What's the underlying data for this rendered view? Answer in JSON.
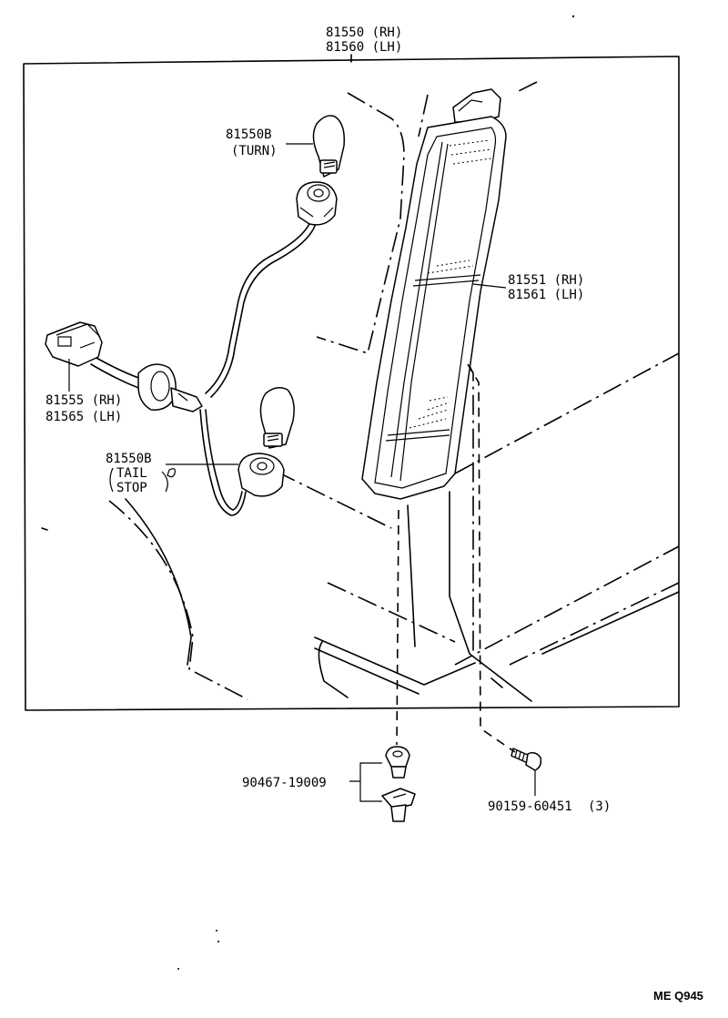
{
  "labels": {
    "assembly_rh": "81550 (RH)",
    "assembly_lh": "81560 (LH)",
    "bulb_turn_part": "81550B",
    "bulb_turn_desc": "(TURN)",
    "lens_rh": "81551 (RH)",
    "lens_lh": "81561 (LH)",
    "socket_rh": "81555 (RH)",
    "socket_lh": "81565 (LH)",
    "bulb_tail_part": "81550B",
    "bulb_tail_desc1": "TAIL",
    "bulb_tail_desc2": "STOP",
    "clip_part": "90467-19009",
    "screw_part": "90159-60451",
    "screw_qty": "(3)",
    "diagram_code": "ME Q945"
  },
  "icons": {
    "bulb": "bulb-icon",
    "socket": "socket-icon",
    "connector": "connector-icon",
    "grommet": "grommet-icon",
    "clip": "clip-icon",
    "screw": "screw-icon"
  }
}
